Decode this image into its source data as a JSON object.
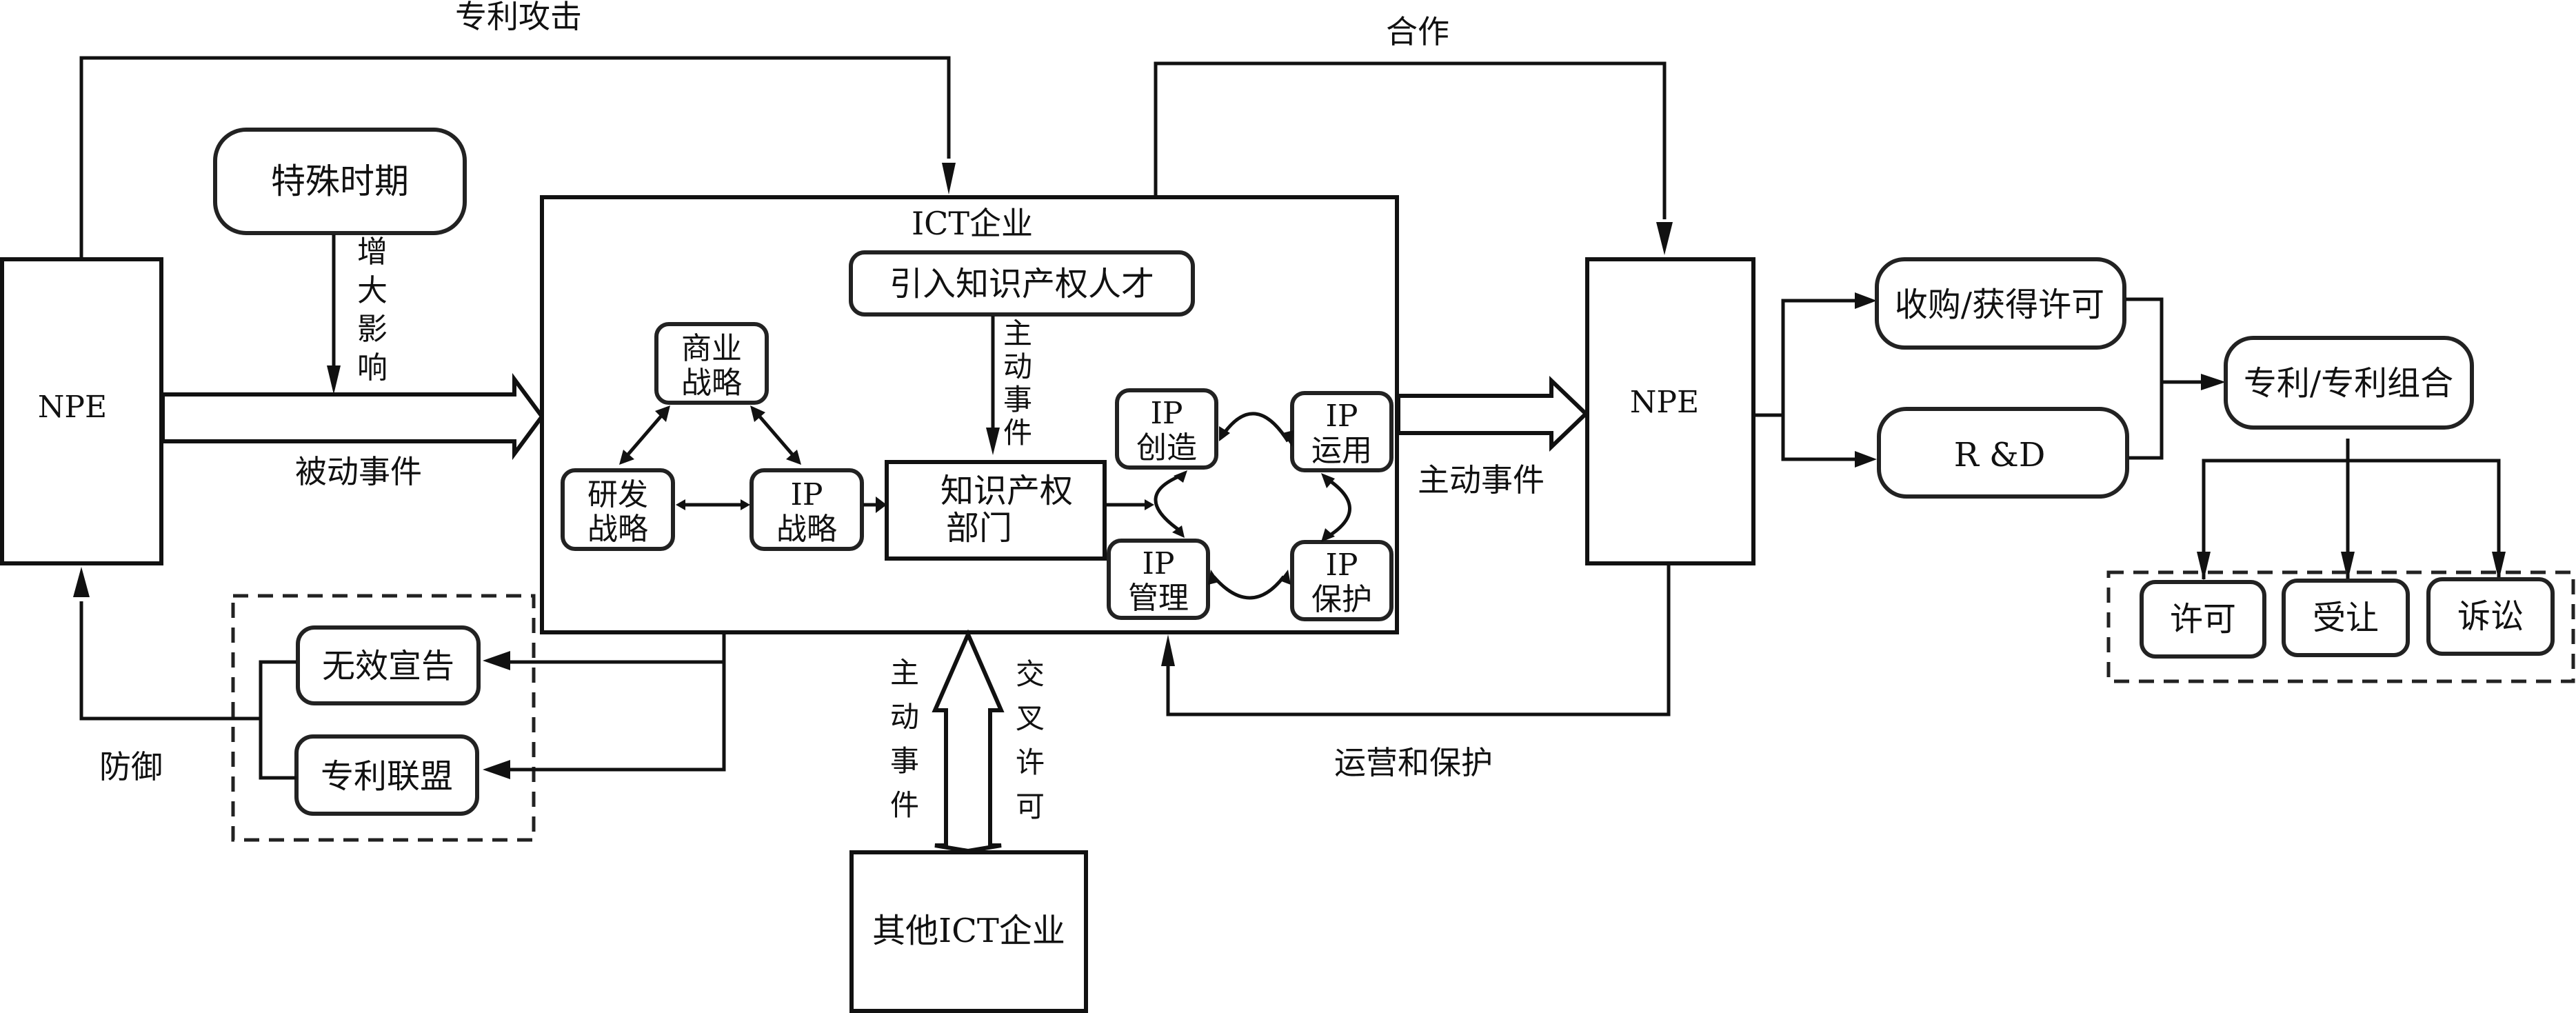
{
  "labels": {
    "patent_attack": "专利攻击",
    "cooperation": "合作",
    "increase_influence": [
      "增",
      "大",
      "影",
      "响"
    ],
    "passive_event": "被动事件",
    "active_event_right": "主动事件",
    "active_event_inner": [
      "主",
      "动",
      "事",
      "件"
    ],
    "active_event_bottom": [
      "主",
      "动",
      "事",
      "件"
    ],
    "cross_license": [
      "交",
      "叉",
      "许",
      "可"
    ],
    "operation_protection": "运营和保护",
    "defense": "防御"
  },
  "nodes": {
    "npe_left": "NPE",
    "npe_right": "NPE",
    "special_period": "特殊时期",
    "ict_enterprise": "ICT企业",
    "introduce_talent": "引入知识产权人才",
    "business_strategy": [
      "商业",
      "战略"
    ],
    "rd_strategy": [
      "研发",
      "战略"
    ],
    "ip_strategy": [
      "IP",
      "战略"
    ],
    "ip_department": [
      "知识产权",
      "部门"
    ],
    "ip_create": [
      "IP",
      "创造"
    ],
    "ip_use": [
      "IP",
      "运用"
    ],
    "ip_manage": [
      "IP",
      "管理"
    ],
    "ip_protect": [
      "IP",
      "保护"
    ],
    "invalidation": "无效宣告",
    "patent_alliance": "专利联盟",
    "other_ict": "其他ICT企业",
    "acquire_license": "收购/获得许可",
    "rnd": "R &D",
    "patent_portfolio": "专利/专利组合",
    "license": "许可",
    "assignment": "受让",
    "litigation": "诉讼"
  }
}
